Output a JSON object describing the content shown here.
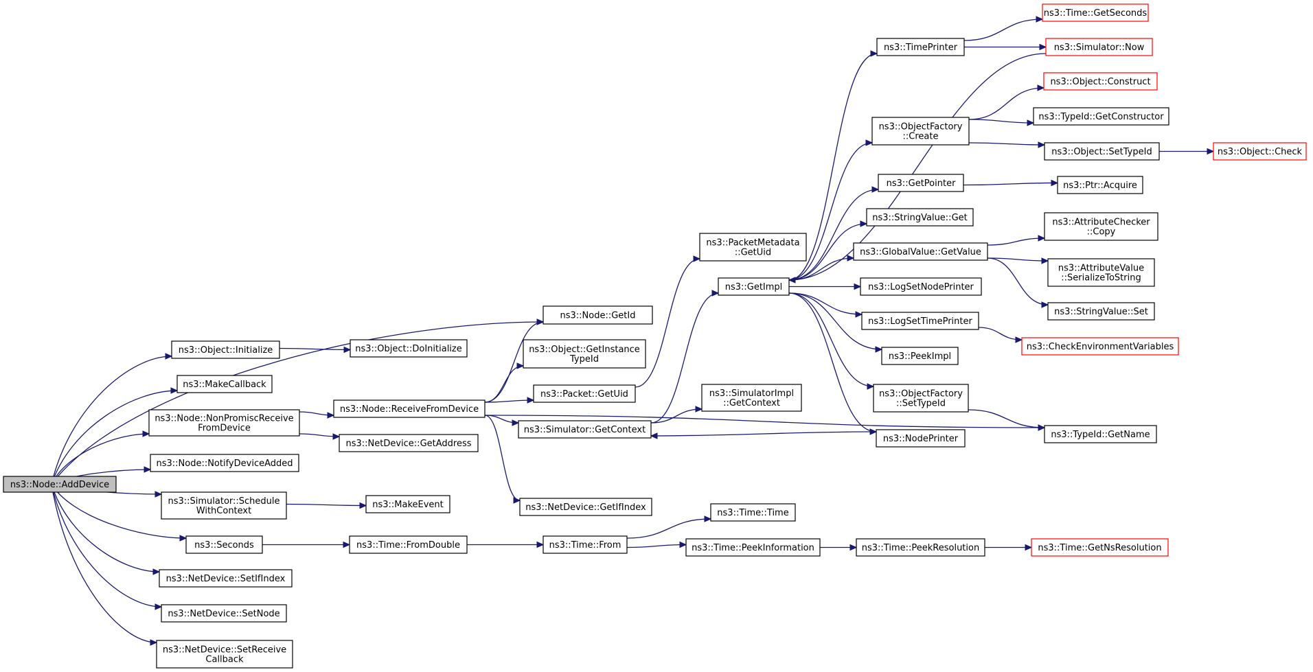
{
  "graph": {
    "nodes": [
      {
        "id": "root",
        "label": [
          "ns3::Node::AddDevice"
        ],
        "style": "root"
      },
      {
        "id": "n_getid",
        "label": [
          "ns3::Node::GetId"
        ]
      },
      {
        "id": "n_obj_init",
        "label": [
          "ns3::Object::Initialize"
        ]
      },
      {
        "id": "n_obj_doinit",
        "label": [
          "ns3::Object::DoInitialize"
        ]
      },
      {
        "id": "n_makecb",
        "label": [
          "ns3::MakeCallback"
        ]
      },
      {
        "id": "n_nonpromisc",
        "label": [
          "ns3::Node::NonPromiscReceive",
          "FromDevice"
        ]
      },
      {
        "id": "n_recvfromdev",
        "label": [
          "ns3::Node::ReceiveFromDevice"
        ]
      },
      {
        "id": "n_getinsttid",
        "label": [
          "ns3::Object::GetInstance",
          "TypeId"
        ]
      },
      {
        "id": "n_pkt_getuid",
        "label": [
          "ns3::Packet::GetUid"
        ]
      },
      {
        "id": "n_pm_getuid",
        "label": [
          "ns3::PacketMetadata",
          "::GetUid"
        ]
      },
      {
        "id": "n_sim_getctx",
        "label": [
          "ns3::Simulator::GetContext"
        ]
      },
      {
        "id": "n_simimpl_getctx",
        "label": [
          "ns3::SimulatorImpl",
          "::GetContext"
        ]
      },
      {
        "id": "n_nd_getaddr",
        "label": [
          "ns3::NetDevice::GetAddress"
        ]
      },
      {
        "id": "n_notify",
        "label": [
          "ns3::Node::NotifyDeviceAdded"
        ]
      },
      {
        "id": "n_schedctx",
        "label": [
          "ns3::Simulator::Schedule",
          "WithContext"
        ]
      },
      {
        "id": "n_makeevent",
        "label": [
          "ns3::MakeEvent"
        ]
      },
      {
        "id": "n_nd_getifindex",
        "label": [
          "ns3::NetDevice::GetIfIndex"
        ]
      },
      {
        "id": "n_seconds",
        "label": [
          "ns3::Seconds"
        ]
      },
      {
        "id": "n_fromdouble",
        "label": [
          "ns3::Time::FromDouble"
        ]
      },
      {
        "id": "n_time_from",
        "label": [
          "ns3::Time::From"
        ]
      },
      {
        "id": "n_time_time",
        "label": [
          "ns3::Time::Time"
        ]
      },
      {
        "id": "n_peekinfo",
        "label": [
          "ns3::Time::PeekInformation"
        ]
      },
      {
        "id": "n_peekres",
        "label": [
          "ns3::Time::PeekResolution"
        ]
      },
      {
        "id": "n_getnsres",
        "label": [
          "ns3::Time::GetNsResolution"
        ],
        "style": "external"
      },
      {
        "id": "n_nd_setifindex",
        "label": [
          "ns3::NetDevice::SetIfIndex"
        ]
      },
      {
        "id": "n_nd_setnode",
        "label": [
          "ns3::NetDevice::SetNode"
        ]
      },
      {
        "id": "n_nd_setrecvcb",
        "label": [
          "ns3::NetDevice::SetReceive",
          "Callback"
        ]
      },
      {
        "id": "n_getimpl",
        "label": [
          "ns3::GetImpl"
        ]
      },
      {
        "id": "n_timeprinter",
        "label": [
          "ns3::TimePrinter"
        ]
      },
      {
        "id": "n_time_getsec",
        "label": [
          "ns3::Time::GetSeconds"
        ],
        "style": "external"
      },
      {
        "id": "n_sim_now",
        "label": [
          "ns3::Simulator::Now"
        ],
        "style": "external"
      },
      {
        "id": "n_of_create",
        "label": [
          "ns3::ObjectFactory",
          "::Create"
        ]
      },
      {
        "id": "n_obj_construct",
        "label": [
          "ns3::Object::Construct"
        ],
        "style": "external"
      },
      {
        "id": "n_tid_getctor",
        "label": [
          "ns3::TypeId::GetConstructor"
        ]
      },
      {
        "id": "n_obj_settid",
        "label": [
          "ns3::Object::SetTypeId"
        ]
      },
      {
        "id": "n_obj_check",
        "label": [
          "ns3::Object::Check"
        ],
        "style": "external"
      },
      {
        "id": "n_getpointer",
        "label": [
          "ns3::GetPointer"
        ]
      },
      {
        "id": "n_ptr_acquire",
        "label": [
          "ns3::Ptr::Acquire"
        ]
      },
      {
        "id": "n_sv_get",
        "label": [
          "ns3::StringValue::Get"
        ]
      },
      {
        "id": "n_gv_getvalue",
        "label": [
          "ns3::GlobalValue::GetValue"
        ]
      },
      {
        "id": "n_ac_copy",
        "label": [
          "ns3::AttributeChecker",
          "::Copy"
        ]
      },
      {
        "id": "n_av_ser",
        "label": [
          "ns3::AttributeValue",
          "::SerializeToString"
        ]
      },
      {
        "id": "n_sv_set",
        "label": [
          "ns3::StringValue::Set"
        ]
      },
      {
        "id": "n_lognode",
        "label": [
          "ns3::LogSetNodePrinter"
        ]
      },
      {
        "id": "n_logtime",
        "label": [
          "ns3::LogSetTimePrinter"
        ]
      },
      {
        "id": "n_checkenv",
        "label": [
          "ns3::CheckEnvironmentVariables"
        ],
        "style": "external"
      },
      {
        "id": "n_peekimpl",
        "label": [
          "ns3::PeekImpl"
        ]
      },
      {
        "id": "n_of_settid",
        "label": [
          "ns3::ObjectFactory",
          "::SetTypeId"
        ]
      },
      {
        "id": "n_nodeprinter",
        "label": [
          "ns3::NodePrinter"
        ]
      },
      {
        "id": "n_tid_getname",
        "label": [
          "ns3::TypeId::GetName"
        ]
      }
    ],
    "edges": [
      {
        "from": "root",
        "to": "n_getid"
      },
      {
        "from": "root",
        "to": "n_obj_init"
      },
      {
        "from": "root",
        "to": "n_makecb"
      },
      {
        "from": "root",
        "to": "n_nonpromisc"
      },
      {
        "from": "root",
        "to": "n_notify"
      },
      {
        "from": "root",
        "to": "n_schedctx"
      },
      {
        "from": "root",
        "to": "n_seconds"
      },
      {
        "from": "root",
        "to": "n_nd_setifindex"
      },
      {
        "from": "root",
        "to": "n_nd_setnode"
      },
      {
        "from": "root",
        "to": "n_nd_setrecvcb"
      },
      {
        "from": "n_obj_init",
        "to": "n_obj_doinit"
      },
      {
        "from": "n_nonpromisc",
        "to": "n_recvfromdev"
      },
      {
        "from": "n_nonpromisc",
        "to": "n_nd_getaddr"
      },
      {
        "from": "n_recvfromdev",
        "to": "n_getid"
      },
      {
        "from": "n_recvfromdev",
        "to": "n_getinsttid"
      },
      {
        "from": "n_recvfromdev",
        "to": "n_pkt_getuid"
      },
      {
        "from": "n_recvfromdev",
        "to": "n_sim_getctx"
      },
      {
        "from": "n_recvfromdev",
        "to": "n_nd_getifindex"
      },
      {
        "from": "n_recvfromdev",
        "to": "n_tid_getname"
      },
      {
        "from": "n_pkt_getuid",
        "to": "n_pm_getuid"
      },
      {
        "from": "n_sim_getctx",
        "to": "n_simimpl_getctx"
      },
      {
        "from": "n_sim_getctx",
        "to": "n_getimpl"
      },
      {
        "from": "n_schedctx",
        "to": "n_makeevent"
      },
      {
        "from": "n_seconds",
        "to": "n_fromdouble"
      },
      {
        "from": "n_fromdouble",
        "to": "n_time_from"
      },
      {
        "from": "n_time_from",
        "to": "n_time_time"
      },
      {
        "from": "n_time_from",
        "to": "n_peekinfo"
      },
      {
        "from": "n_peekinfo",
        "to": "n_peekres"
      },
      {
        "from": "n_peekres",
        "to": "n_getnsres"
      },
      {
        "from": "n_getimpl",
        "to": "n_timeprinter"
      },
      {
        "from": "n_getimpl",
        "to": "n_of_create"
      },
      {
        "from": "n_getimpl",
        "to": "n_getpointer"
      },
      {
        "from": "n_getimpl",
        "to": "n_sv_get"
      },
      {
        "from": "n_getimpl",
        "to": "n_gv_getvalue"
      },
      {
        "from": "n_getimpl",
        "to": "n_lognode"
      },
      {
        "from": "n_getimpl",
        "to": "n_logtime"
      },
      {
        "from": "n_getimpl",
        "to": "n_peekimpl"
      },
      {
        "from": "n_getimpl",
        "to": "n_of_settid"
      },
      {
        "from": "n_getimpl",
        "to": "n_nodeprinter"
      },
      {
        "from": "n_sim_now",
        "to": "n_getimpl"
      },
      {
        "from": "n_timeprinter",
        "to": "n_time_getsec"
      },
      {
        "from": "n_timeprinter",
        "to": "n_sim_now"
      },
      {
        "from": "n_of_create",
        "to": "n_obj_construct"
      },
      {
        "from": "n_of_create",
        "to": "n_tid_getctor"
      },
      {
        "from": "n_of_create",
        "to": "n_obj_settid"
      },
      {
        "from": "n_obj_settid",
        "to": "n_obj_check"
      },
      {
        "from": "n_getpointer",
        "to": "n_ptr_acquire"
      },
      {
        "from": "n_gv_getvalue",
        "to": "n_ac_copy"
      },
      {
        "from": "n_gv_getvalue",
        "to": "n_av_ser"
      },
      {
        "from": "n_gv_getvalue",
        "to": "n_sv_set"
      },
      {
        "from": "n_logtime",
        "to": "n_checkenv"
      },
      {
        "from": "n_of_settid",
        "to": "n_tid_getname"
      },
      {
        "from": "n_nodeprinter",
        "to": "n_sim_getctx"
      }
    ]
  },
  "colors": {
    "edge": "#191970",
    "node_border": "#000000",
    "external_border": "#ff0000",
    "root_fill": "#bfbfbf",
    "background": "#ffffff"
  }
}
